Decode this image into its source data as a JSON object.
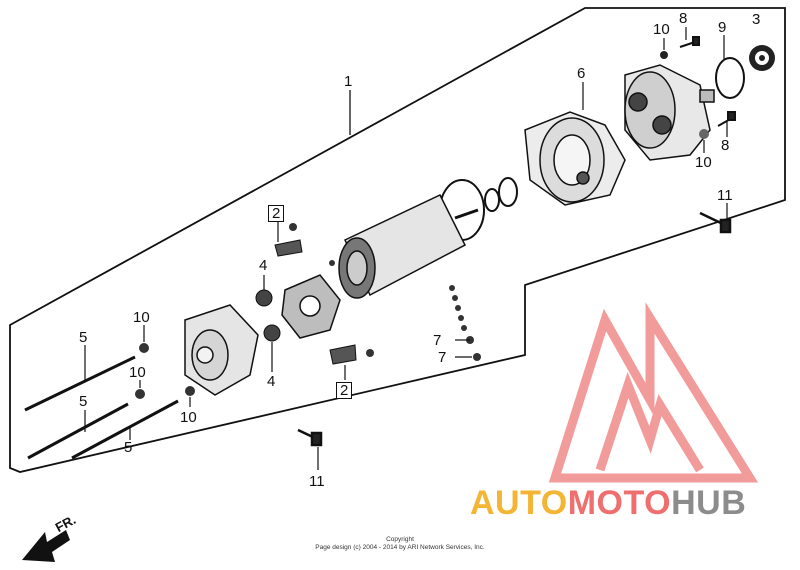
{
  "callouts": {
    "c1": "1",
    "c2_top": "2",
    "c2_bottom": "2",
    "c3": "3",
    "c4_top": "4",
    "c4_bottom": "4",
    "c5_a": "5",
    "c5_b": "5",
    "c5_c": "5",
    "c6": "6",
    "c7_a": "7",
    "c7_b": "7",
    "c8_top": "8",
    "c8_right": "8",
    "c9": "9",
    "c10_top": "10",
    "c10_right": "10",
    "c10_left_a": "10",
    "c10_left_b": "10",
    "c10_left_c": "10",
    "c11_right": "11",
    "c11_bottom": "11"
  },
  "direction_label": "FR.",
  "copyright": {
    "line1": "Copyright",
    "line2": "Page design (c) 2004 - 2014 by ARI Network Services, Inc."
  },
  "watermark": {
    "part1": "AUTO",
    "part2": "MOTO",
    "part3": "HUB",
    "colors": {
      "auto": "#f3b533",
      "moto": "#ef6f6f",
      "hub": "#8c8c8c"
    }
  }
}
